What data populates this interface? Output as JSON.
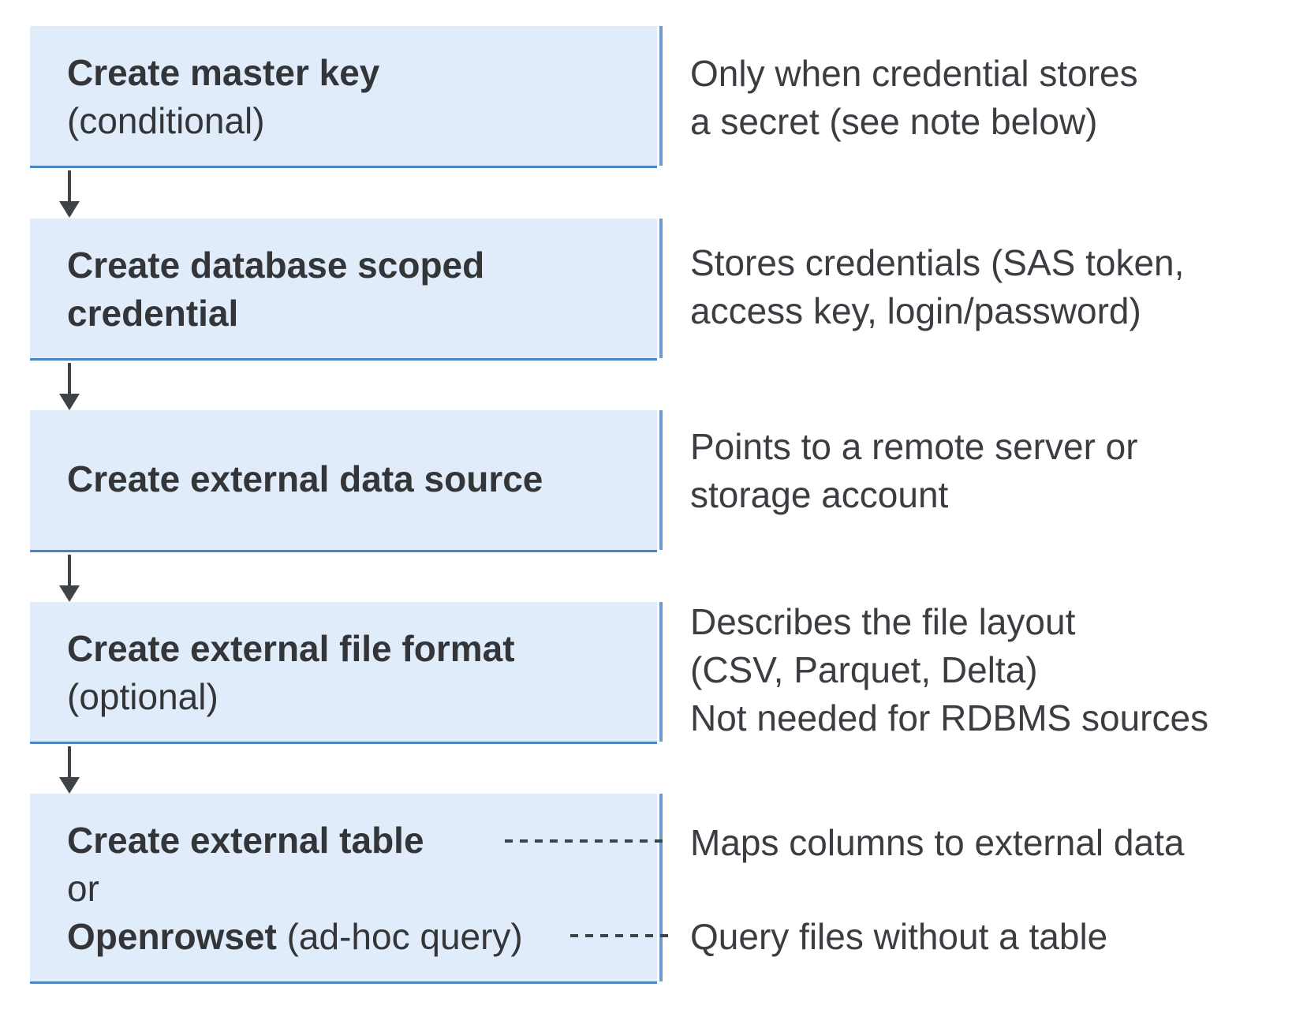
{
  "colors": {
    "box_fill": "#e1ecfa",
    "box_bottom_border": "#4a86c2",
    "box_right_accent": "#6d9bd0",
    "arrow": "#3f4347",
    "box_text": "#333539",
    "note_text": "#3a3d41",
    "background": "#ffffff"
  },
  "flow": {
    "boxes": [
      {
        "lines": [
          {
            "bold": "Create master key",
            "regular": ""
          },
          {
            "bold": "",
            "regular": "(conditional)"
          }
        ]
      },
      {
        "lines": [
          {
            "bold": "Create database scoped",
            "regular": ""
          },
          {
            "bold": "credential",
            "regular": ""
          }
        ]
      },
      {
        "lines": [
          {
            "bold": "Create external data source",
            "regular": ""
          }
        ]
      },
      {
        "lines": [
          {
            "bold": "Create external file format",
            "regular": ""
          },
          {
            "bold": "",
            "regular": "(optional)"
          }
        ]
      },
      {
        "lines": [
          {
            "bold": "Create external table",
            "regular": ""
          },
          {
            "bold": "",
            "regular": "or"
          },
          {
            "bold": "Openrowset",
            "regular": " (ad-hoc query)"
          }
        ]
      }
    ],
    "notes": [
      {
        "lines": [
          "Only when credential stores",
          "a secret (see note below)"
        ]
      },
      {
        "lines": [
          "Stores credentials (SAS token,",
          "access key, login/password)"
        ]
      },
      {
        "lines": [
          "Points to a remote server or",
          "storage account"
        ]
      },
      {
        "lines": [
          "Describes the file layout",
          "(CSV, Parquet, Delta)",
          "Not needed for RDBMS sources"
        ]
      },
      {
        "lines": [
          "Maps columns to external data"
        ]
      },
      {
        "lines": [
          "Query files without a table"
        ]
      }
    ]
  }
}
